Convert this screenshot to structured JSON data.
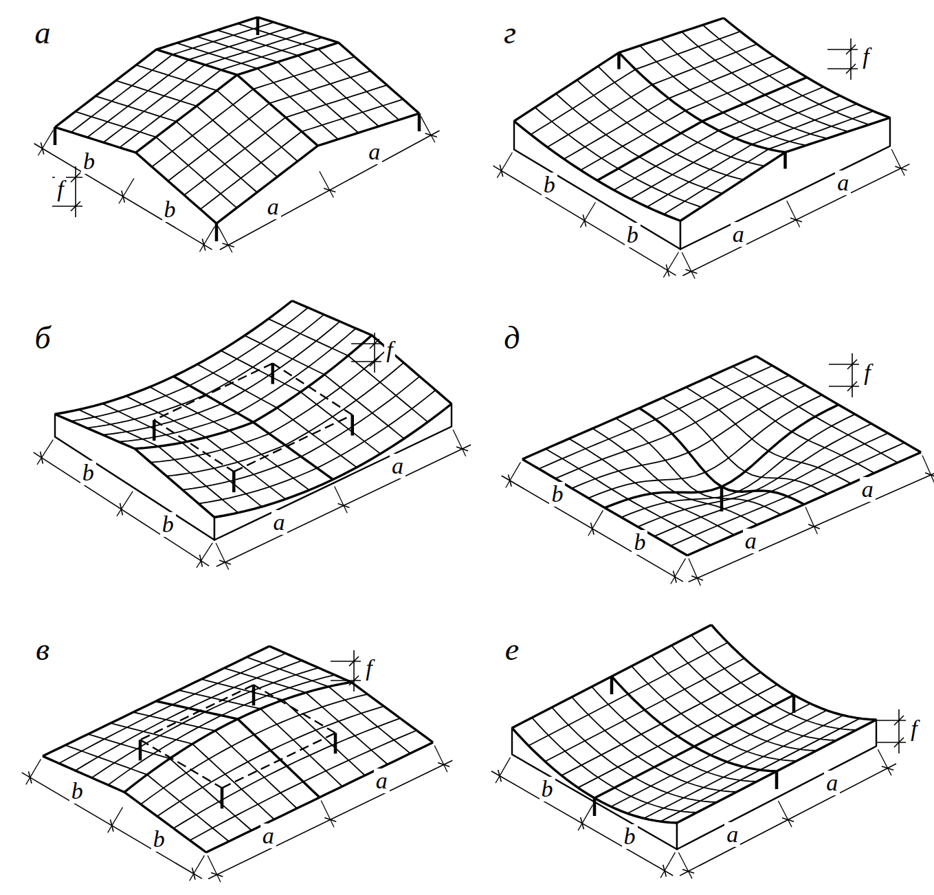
{
  "diagram": {
    "labels": [
      "а",
      "b",
      "b",
      "a",
      "a",
      "f",
      "г",
      "b",
      "b",
      "a",
      "a",
      "f",
      "б",
      "b",
      "b",
      "a",
      "a",
      "f",
      "д",
      "b",
      "b",
      "a",
      "a",
      "f",
      "в",
      "b",
      "b",
      "a",
      "a",
      "f",
      "е",
      "b",
      "b",
      "a",
      "a",
      "f"
    ]
  }
}
